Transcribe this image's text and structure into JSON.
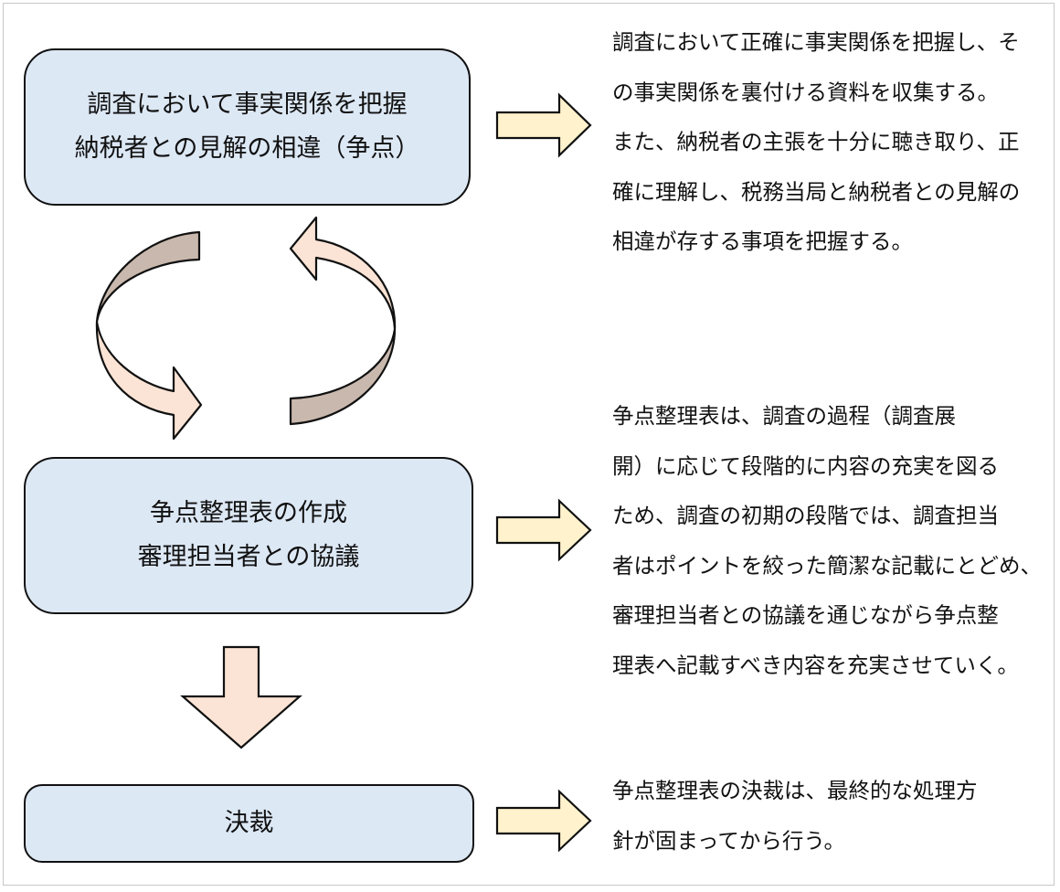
{
  "colors": {
    "box_fill": "#dde8f5",
    "right_arrow_fill": "#fff2cc",
    "down_arrow_fill": "#fbe4d5",
    "cycle_front_fill": "#fbe4d5",
    "cycle_back_fill": "#c9b8ad",
    "outline": "#111111"
  },
  "steps": [
    {
      "lines": [
        "調査において事実関係を把握",
        "納税者との見解の相違（争点）"
      ],
      "description": [
        "調査において正確に事実関係を把握し、そ",
        "の事実関係を裏付ける資料を収集する。",
        "また、納税者の主張を十分に聴き取り、正",
        "確に理解し、税務当局と納税者との見解の",
        "相違が存する事項を把握する。"
      ]
    },
    {
      "lines": [
        "争点整理表の作成",
        "審理担当者との協議"
      ],
      "description": [
        "争点整理表は、調査の過程（調査展",
        "開）に応じて段階的に内容の充実を図る",
        "ため、調査の初期の段階では、調査担当",
        "者はポイントを絞った簡潔な記載にとどめ、",
        "審理担当者との協議を通じながら争点整",
        "理表へ記載すべき内容を充実させていく。"
      ]
    },
    {
      "lines": [
        "決裁"
      ],
      "description": [
        "争点整理表の決裁は、最終的な処理方",
        "針が固まってから行う。"
      ]
    }
  ],
  "icons": {
    "cycle": "circular-arrows-icon",
    "right": "right-arrow-icon",
    "down": "down-arrow-icon"
  }
}
